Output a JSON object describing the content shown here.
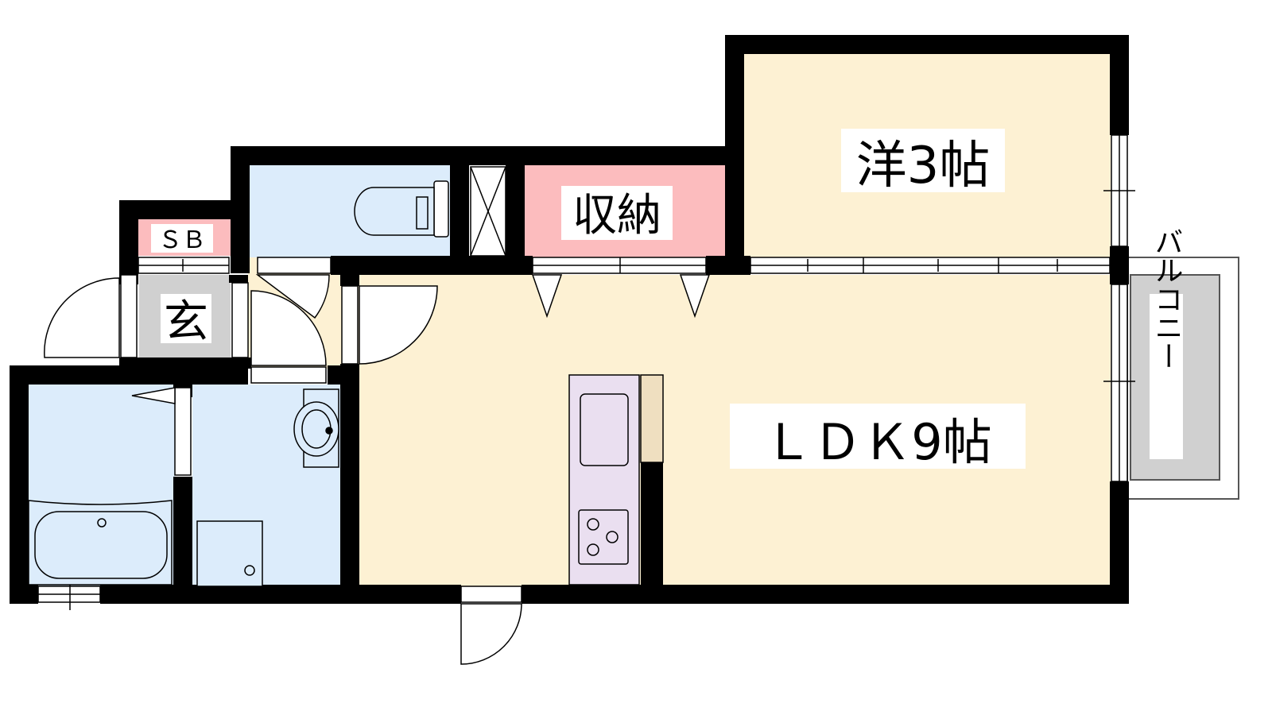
{
  "floorplan": {
    "rooms": {
      "western_room": {
        "label": "洋3帖",
        "color": "#fdf1d3"
      },
      "ldk": {
        "label": "ＬＤＫ9帖",
        "color": "#fdf1d3"
      },
      "storage": {
        "label": "収納",
        "color": "#fcbcbe"
      },
      "shoe_box": {
        "label": "ＳＢ",
        "color": "#fcbcbe"
      },
      "entrance": {
        "label": "玄",
        "color": "#d0d0d0"
      },
      "balcony": {
        "label": "バルコニー",
        "color": "#d0d0d0"
      },
      "toilet": {
        "color": "#dcecfb"
      },
      "bathroom": {
        "color": "#dcecfb"
      },
      "washroom": {
        "color": "#dcecfb"
      },
      "kitchen_counter": {
        "color": "#eadff0"
      }
    }
  }
}
